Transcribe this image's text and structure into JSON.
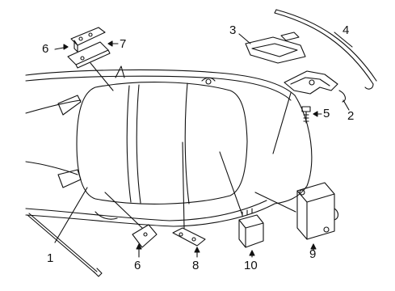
{
  "diagram": {
    "callouts": [
      {
        "id": "c1",
        "label": "1"
      },
      {
        "id": "c2",
        "label": "2"
      },
      {
        "id": "c3",
        "label": "3"
      },
      {
        "id": "c4",
        "label": "4"
      },
      {
        "id": "c5",
        "label": "5"
      },
      {
        "id": "c6a",
        "label": "6"
      },
      {
        "id": "c6b",
        "label": "6"
      },
      {
        "id": "c7",
        "label": "7"
      },
      {
        "id": "c8",
        "label": "8"
      },
      {
        "id": "c9",
        "label": "9"
      },
      {
        "id": "c10",
        "label": "10"
      }
    ]
  },
  "colors": {
    "line": "#111111",
    "background": "#ffffff"
  }
}
